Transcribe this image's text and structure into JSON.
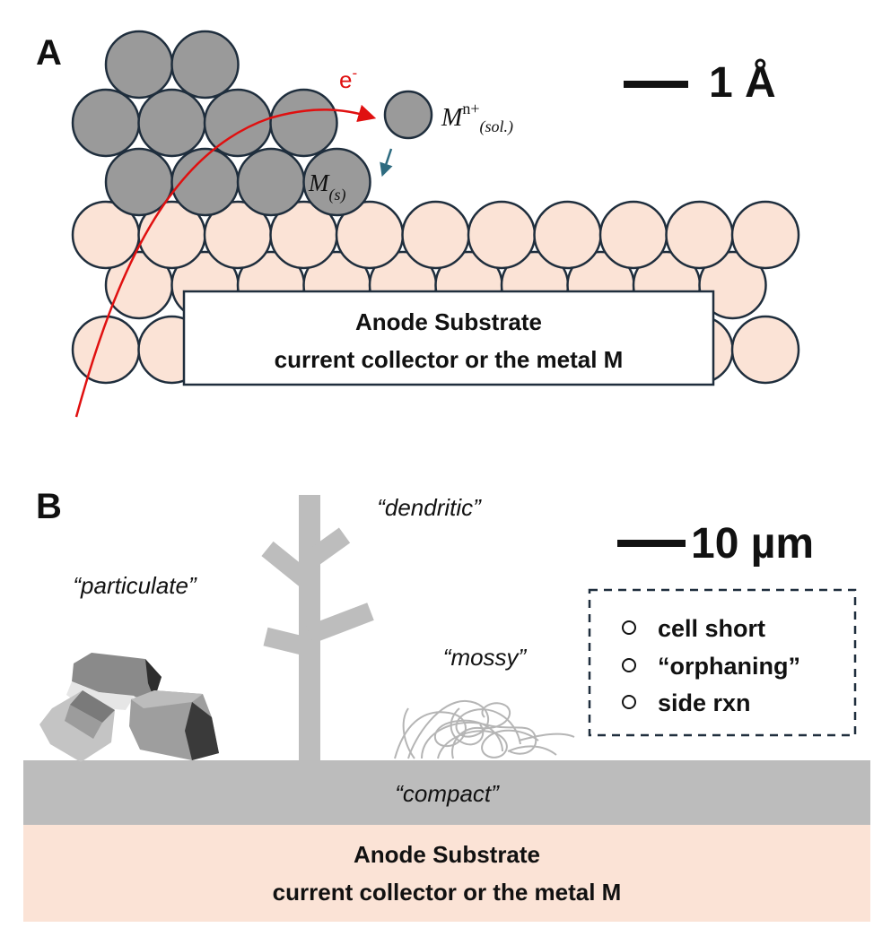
{
  "panel_a": {
    "label": "A",
    "scale_label": "1 Å",
    "electron": {
      "base": "e",
      "sup": "-"
    },
    "ion": {
      "base": "M",
      "sup": "n+",
      "sub": "(sol.)"
    },
    "solid": {
      "base": "M",
      "sub": "(s)"
    },
    "substrate_line1": "Anode Substrate",
    "substrate_line2": "current collector or the metal M"
  },
  "panel_b": {
    "label": "B",
    "scale_label": "10 µm",
    "morphologies": {
      "dendritic": "“dendritic”",
      "particulate": "“particulate”",
      "mossy": "“mossy”",
      "compact": "“compact”"
    },
    "consequences": [
      "cell short",
      "“orphaning”",
      "side rxn"
    ],
    "substrate_line1": "Anode Substrate",
    "substrate_line2": "current collector or the metal M"
  },
  "colors": {
    "metal_atom": "#9a9a9a",
    "substrate_atom": "#fbe3d6",
    "atom_outline": "#1f2e3d",
    "electron_path": "#e01010",
    "deposition_arrow": "#2e6b80",
    "dendrite": "#bdbdbd",
    "compact_layer": "#bcbcbc",
    "substrate_band": "#fbe3d6",
    "dashed_box": "#1f2e3d"
  }
}
